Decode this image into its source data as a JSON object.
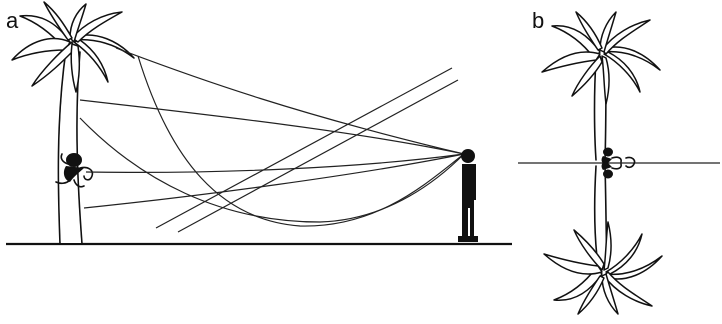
{
  "figure": {
    "panels": [
      {
        "id": "a",
        "label": "a"
      },
      {
        "id": "b",
        "label": "b"
      }
    ]
  }
}
